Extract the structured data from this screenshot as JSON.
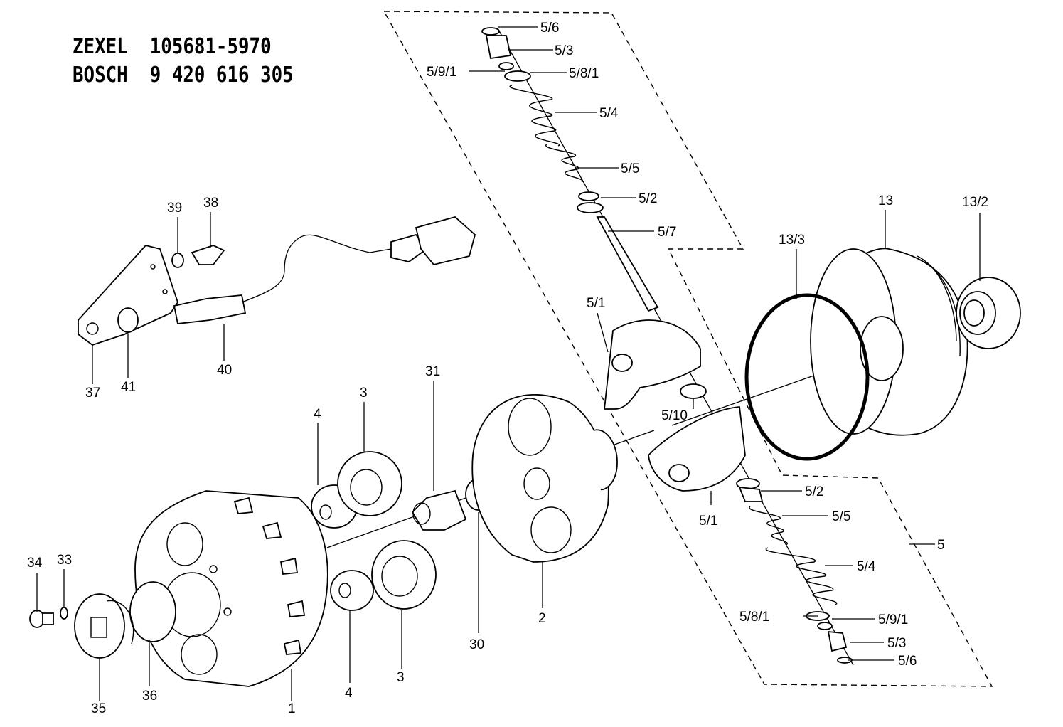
{
  "header": {
    "line1_brand": "ZEXEL",
    "line1_number": "105681-5970",
    "line2_brand": "BOSCH",
    "line2_number": "9 420 616 305"
  },
  "callouts": {
    "p5_6_top": "5/6",
    "p5_3_top": "5/3",
    "p5_9_1_top": "5/9/1",
    "p5_8_1_top": "5/8/1",
    "p5_4_top": "5/4",
    "p5_5_top": "5/5",
    "p5_2_top": "5/2",
    "p5_7": "5/7",
    "p5_1_top": "5/1",
    "p5_10": "5/10",
    "p5_1_bottom": "5/1",
    "p5_2_bottom": "5/2",
    "p5_5_bottom": "5/5",
    "p5_4_bottom": "5/4",
    "p5": "5",
    "p5_8_1_bottom": "5/8/1",
    "p5_9_1_bottom": "5/9/1",
    "p5_3_bottom": "5/3",
    "p5_6_bottom": "5/6",
    "p13": "13",
    "p13_2": "13/2",
    "p13_3": "13/3",
    "p39": "39",
    "p38": "38",
    "p37": "37",
    "p41": "41",
    "p40": "40",
    "p31": "31",
    "p4_top": "4",
    "p3_top": "3",
    "p30": "30",
    "p2": "2",
    "p4_bottom": "4",
    "p3_bottom": "3",
    "p34": "34",
    "p33": "33",
    "p35": "35",
    "p36": "36",
    "p1": "1"
  }
}
